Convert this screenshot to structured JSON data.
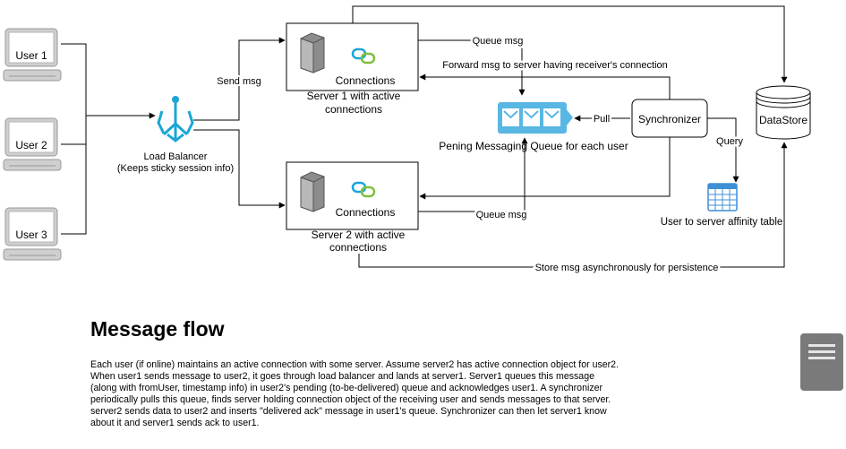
{
  "diagram": {
    "users": [
      "User 1",
      "User 2",
      "User 3"
    ],
    "load_balancer": {
      "line1": "Load Balancer",
      "line2": "(Keeps sticky session info)"
    },
    "server1": {
      "connections": "Connections",
      "caption1": "Server 1 with active",
      "caption2": "connections"
    },
    "server2": {
      "connections": "Connections",
      "caption1": "Server 2 with active",
      "caption2": "connections"
    },
    "queue_caption": "Pening Messaging Queue for each user",
    "synchronizer": "Synchronizer",
    "datastore": "DataStore",
    "affinity_table": "User to server affinity table",
    "edge_labels": {
      "send_msg": "Send msg",
      "queue_msg_1": "Queue msg",
      "forward_msg": "Forward msg to server having receiver's connection",
      "pull": "Pull",
      "query": "Query",
      "queue_msg_2": "Queue msg",
      "store_msg": "Store msg asynchronously for persistence"
    },
    "colors": {
      "accent": "#1aa6d6",
      "queue": "#58b7e3",
      "table": "#3f8fd6",
      "line": "#000000"
    }
  },
  "section": {
    "title": "Message flow",
    "paragraph_lines": [
      "Each user (if online) maintains an active connection with some server. Assume server2 has active connection object for user2.",
      "When user1 sends message to user2, it goes through load balancer and lands at server1. Server1 queues this message",
      "(along with fromUser, timestamp info) in user2's pending (to-be-delivered) queue and acknowledges user1. A synchronizer",
      "periodically pulls this queue, finds server holding connection object of the receiving user and sends messages to that server.",
      "server2 sends data to user2 and inserts \"delivered ack\" message in user1's queue. Synchronizer can then let server1 know",
      "about it and server1 sends ack to user1."
    ]
  },
  "side_icon": "document-icon"
}
